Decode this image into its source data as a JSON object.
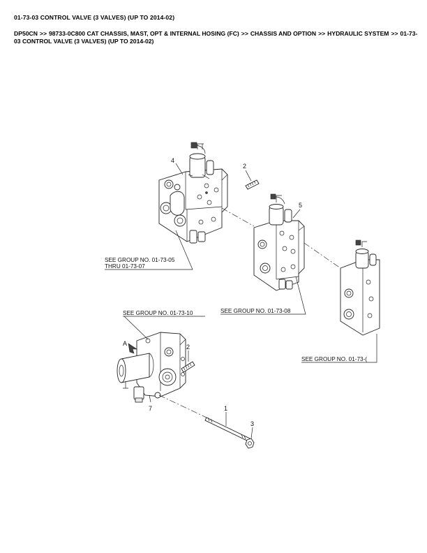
{
  "header": {
    "title": "01-73-03 CONTROL VALVE (3 VALVES) (UP TO 2014-02)",
    "breadcrumb": [
      "DP50CN",
      "98733-0C800 CAT CHASSIS, MAST, OPT & INTERNAL HOSING (FC)",
      "CHASSIS AND OPTION",
      "HYDRAULIC SYSTEM",
      "01-73-03 CONTROL VALVE (3 VALVES) (UP TO 2014-02)"
    ],
    "separator": ">>"
  },
  "diagram": {
    "callouts": {
      "c4": "4",
      "c2a": "2",
      "c5": "5",
      "c2b": "2",
      "c7": "7",
      "c1": "1",
      "c3": "3",
      "cA": "A"
    },
    "references": {
      "ref1_line1": "SEE GROUP NO. 01-73-05",
      "ref1_line2": "THRU 01-73-07",
      "ref2": "SEE GROUP NO. 01-73-08",
      "ref3": "SEE GROUP NO. 01-73-10",
      "ref4": "SEE GROUP NO. 01-73-("
    }
  }
}
